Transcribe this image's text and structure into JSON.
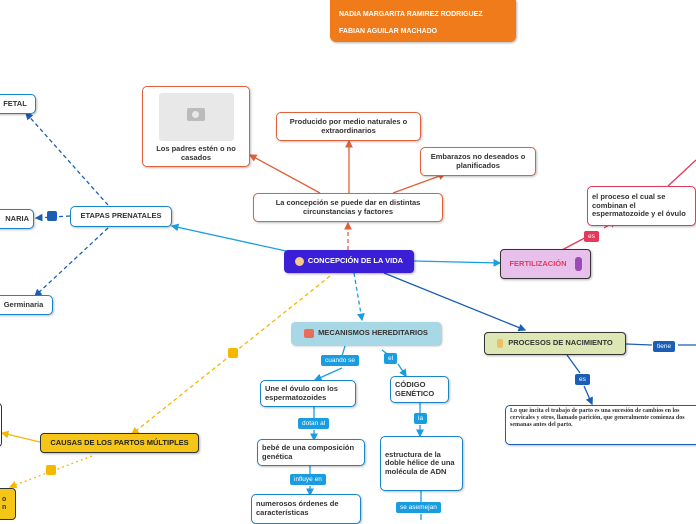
{
  "header": {
    "line1": "NADIA MARGARITA RAMIREZ RODRIGUEZ",
    "line2": "FABIAN  AGUILAR MACHADO"
  },
  "central": {
    "label": "CONCEPCIÓN DE LA VIDA",
    "icon": "baby-face-icon"
  },
  "nodes": {
    "image_node": "Los padres estén o no casados",
    "conception_text": "La concepción se puede dar en distintas circunstancias y factores",
    "natural": "Producido por medio naturales o extraordinarios",
    "planned": "Embarazos no deseados o planificados",
    "etapas": "ETAPAS PRENATALES",
    "fetal": "FETAL",
    "germinaria_left": "NARIA",
    "germinaria": "Germinaria",
    "fertilizacion": "FERTILIZACIÓN",
    "fert_desc": "el proceso el cual se combinan el espermatozoide y el óvulo",
    "mecanismos": "MECANISMOS HEREDITARIOS",
    "union": "Une el óvulo con los espermatozoides",
    "codigo": "CÓDIGO GENÉTICO",
    "bebe": "bebé de una composición genética",
    "estructura": "estructura de la doble hélice de una molécula de ADN",
    "ordenes": "numerosos órdenes de características",
    "nacimiento": "PROCESOS DE NACIMIENTO",
    "parto": "Lo que incita el trabajo de parto es una sucesión de cambios en los cervicales y otros, llamado parición, que generalmente comienza dos semanas antes del parto.",
    "multiples": "CAUSAS DE LOS PARTOS MÚLTIPLES",
    "yellow_partial": "o n"
  },
  "labels": {
    "cuando_se": "cuando se",
    "el": "el",
    "dotan_al": "dotan al",
    "es_codigo": "la",
    "influye_en": "influye en",
    "se_asemejan": "se asemejan",
    "es_fert": "es",
    "es_nac": "es",
    "tiene": "tiene"
  },
  "colors": {
    "orange": "#f07b1a",
    "blue_line": "#1a9de0",
    "dark_blue": "#1a5fb4",
    "red": "#e0603a",
    "yellow": "#f5c518",
    "purple": "#3a1fd6"
  }
}
